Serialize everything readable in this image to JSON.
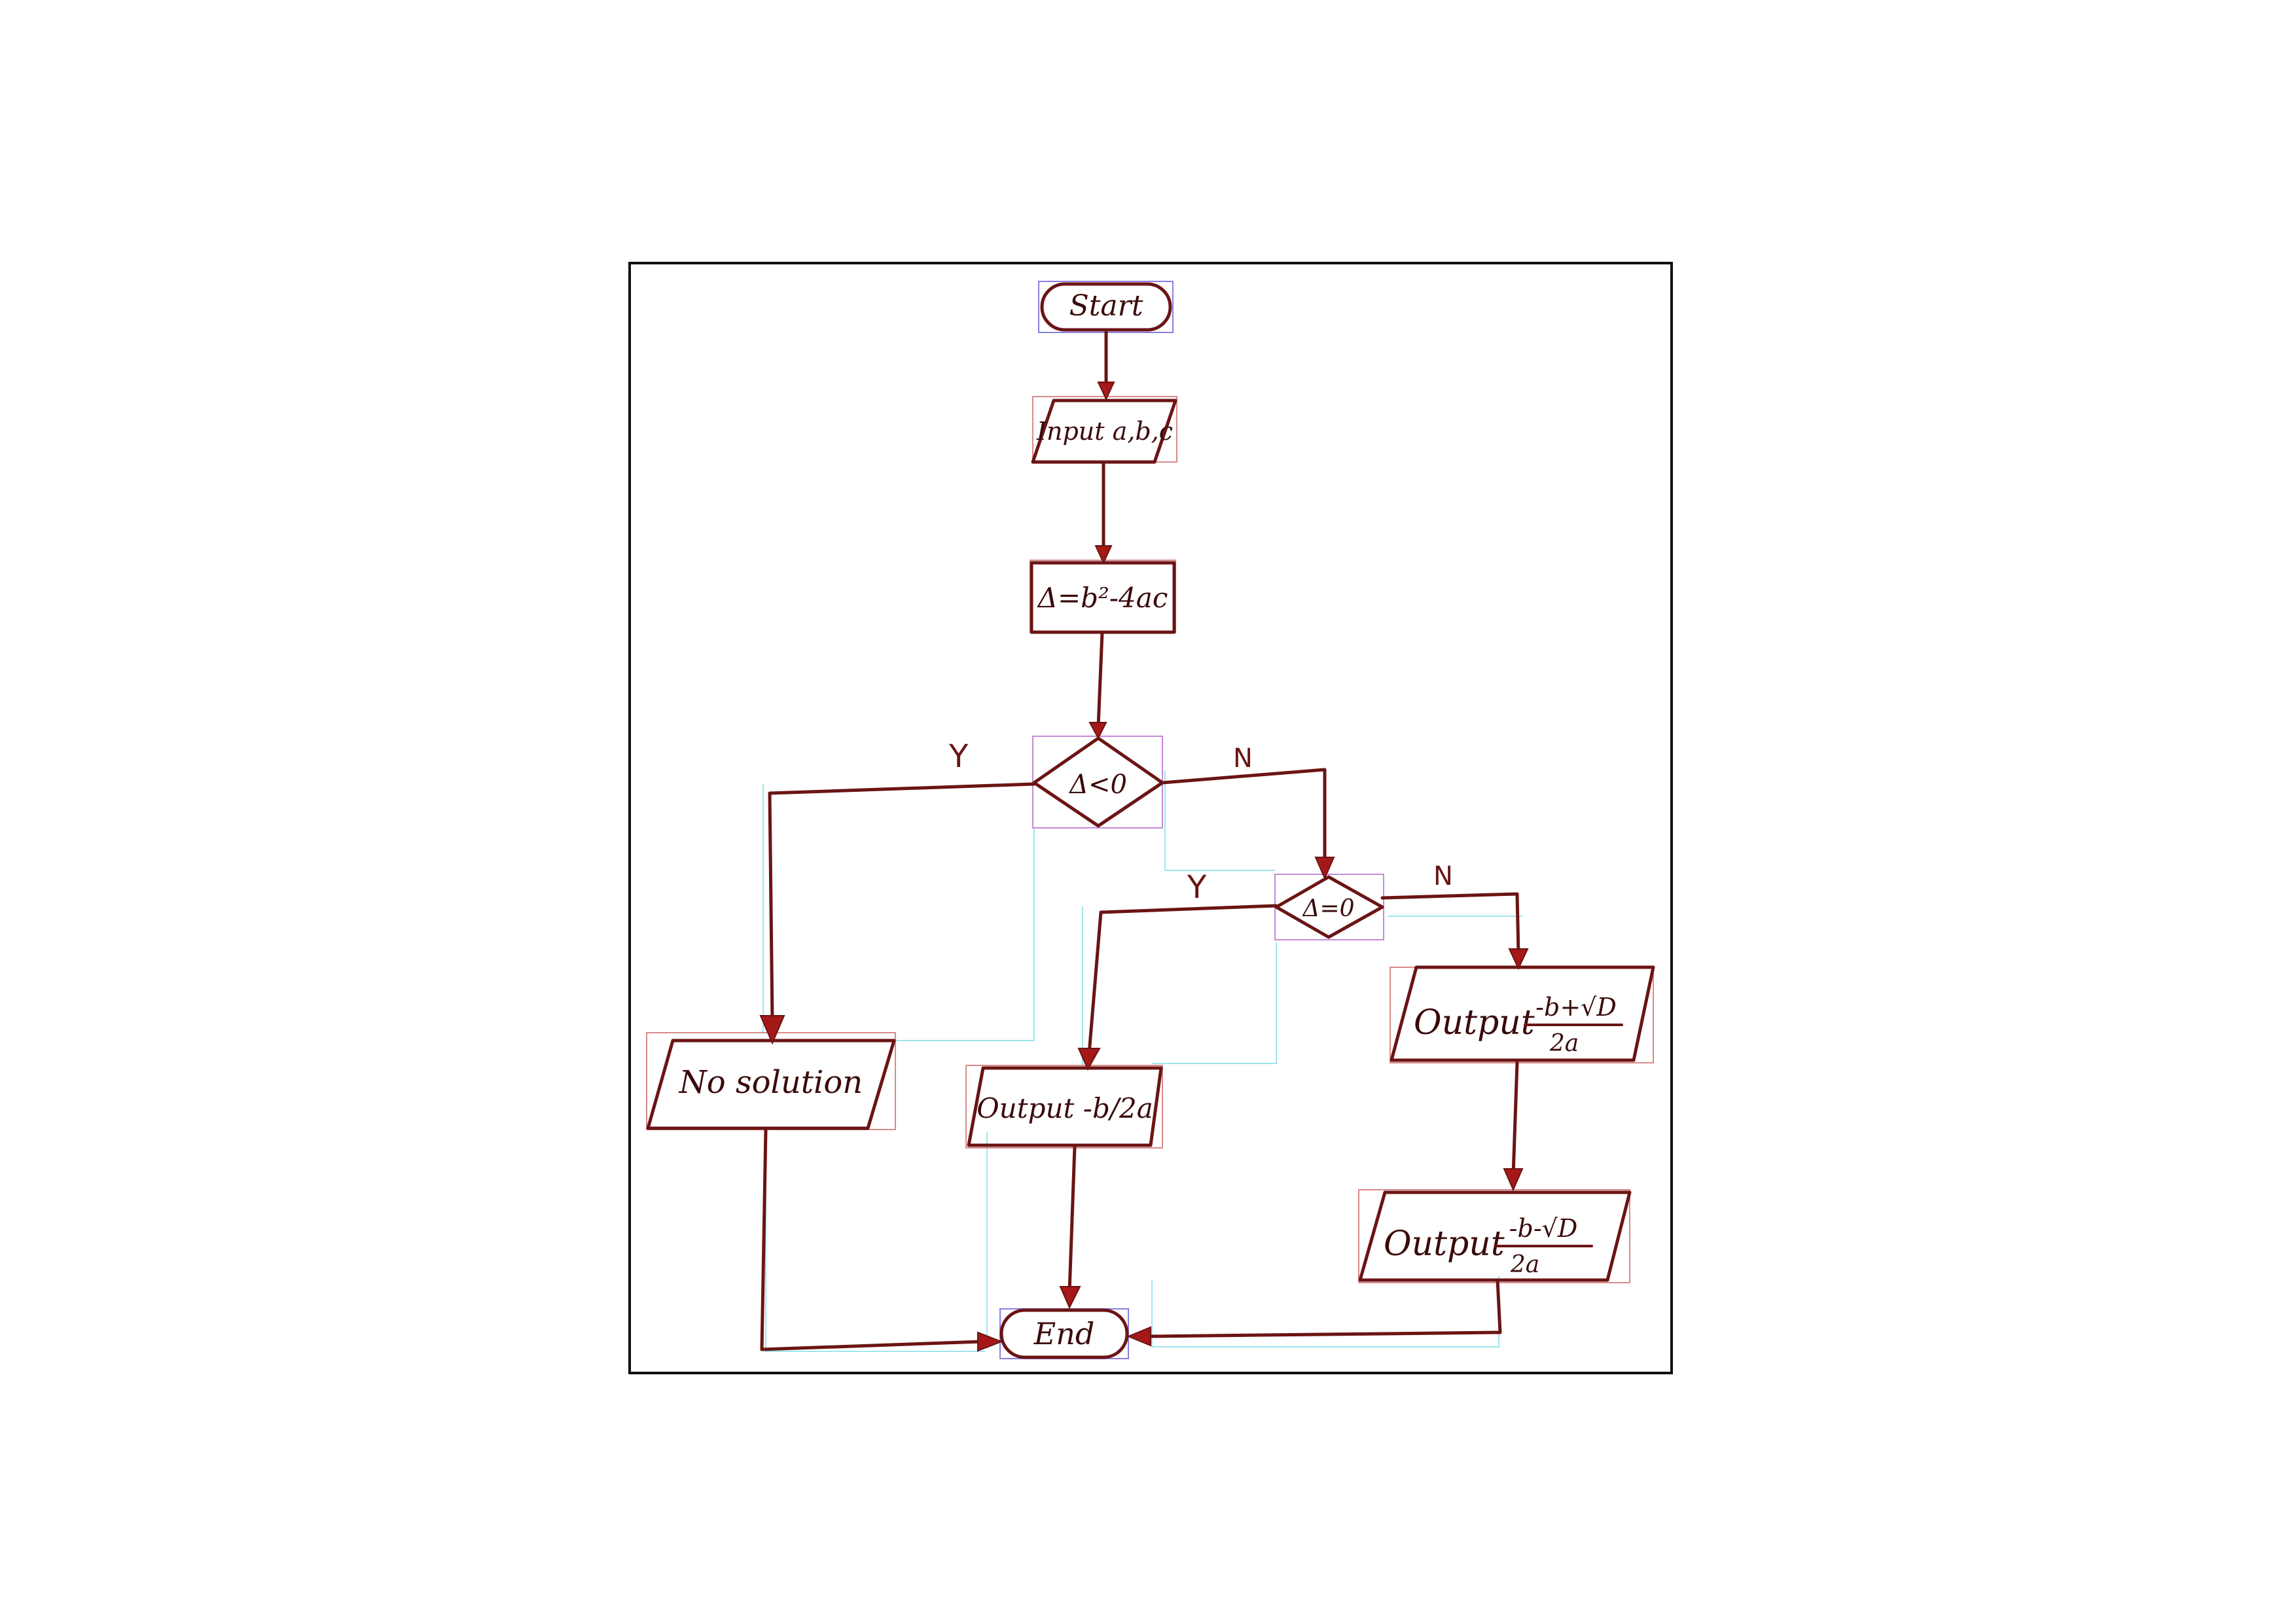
{
  "diagram": {
    "nodes": {
      "start": "Start",
      "input": "Input a,b,c",
      "delta": "Δ=b²-4ac",
      "cond_lt": "Δ<0",
      "cond_eq": "Δ=0",
      "no_solution": "No solution",
      "output_single": "Output -b/2a",
      "output_root1_prefix": "Output",
      "output_root1_num": "-b+√D",
      "output_root1_den": "2a",
      "output_root2_prefix": "Output",
      "output_root2_num": "-b-√D",
      "output_root2_den": "2a",
      "end": "End"
    },
    "edge_labels": {
      "lt_yes": "Y",
      "lt_no": "N",
      "eq_yes": "Y",
      "eq_no": "N"
    },
    "colors": {
      "stroke": "#6b1414",
      "arrowhead": "#a51818",
      "bbox_blue": "#8a7ee0",
      "bbox_red": "#d98a8a",
      "guide": "#9ee6ee"
    }
  }
}
